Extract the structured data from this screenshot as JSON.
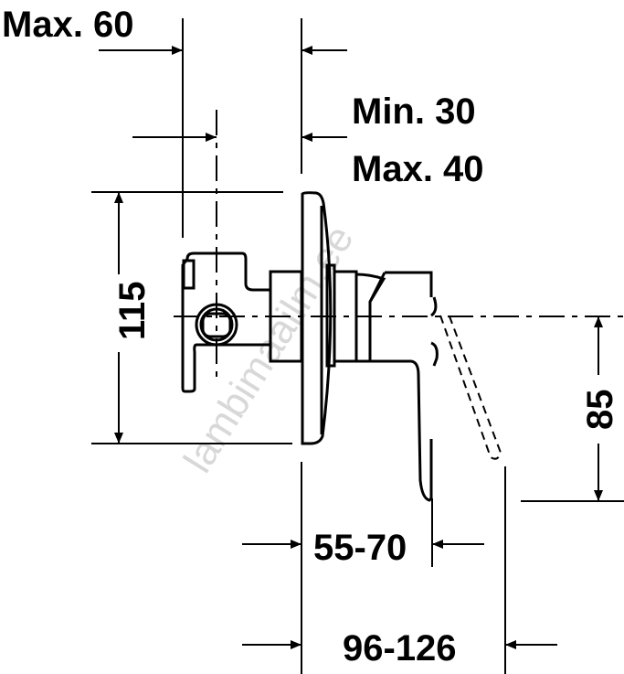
{
  "title": "Concealed shower mixer dimension drawing",
  "dimensions": {
    "max60": "Max. 60",
    "min30": "Min. 30",
    "max40": "Max. 40",
    "height115": "115",
    "height85": "85",
    "depth55_70": "55-70",
    "depth96_126": "96-126"
  },
  "watermark": "lambimaailm.ee"
}
